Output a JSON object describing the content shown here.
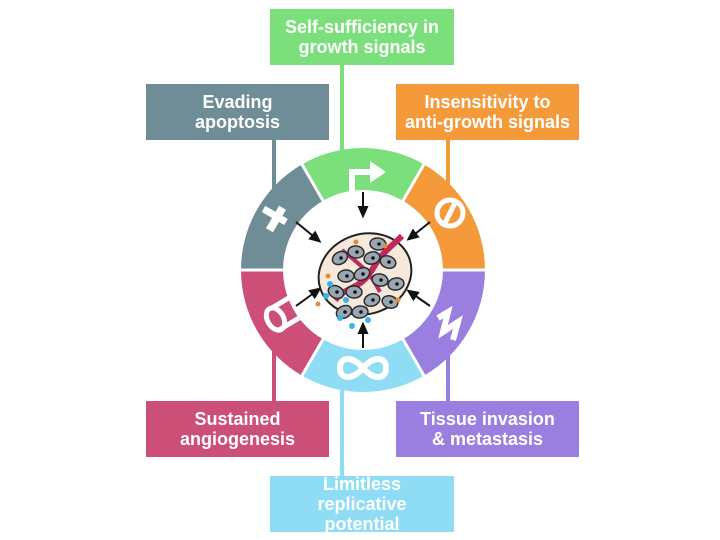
{
  "hallmarks": {
    "growth": {
      "line1": "Self-sufficiency in",
      "line2": "growth signals",
      "color": "#7be07b"
    },
    "insensitivity": {
      "line1": "Insensitivity to",
      "line2": "anti-growth signals",
      "color": "#f59a3a"
    },
    "invasion": {
      "line1": "Tissue invasion",
      "line2": "& metastasis",
      "color": "#9a7fe0"
    },
    "replicative": {
      "line1": "Limitless replicative",
      "line2": "potential",
      "color": "#8fdcf5"
    },
    "angiogenesis": {
      "line1": "Sustained",
      "line2": "angiogenesis",
      "color": "#cc4f78"
    },
    "apoptosis": {
      "line1": "Evading",
      "line2": "apoptosis",
      "color": "#6f8d96"
    }
  },
  "icons": {
    "growth": "arrow-signal-icon",
    "insensitivity": "prohibition-icon",
    "invasion": "zigzag-icon",
    "replicative": "infinity-icon",
    "angiogenesis": "blood-vessel-icon",
    "apoptosis": "cross-icon",
    "center": "tumor-cells-icon"
  }
}
